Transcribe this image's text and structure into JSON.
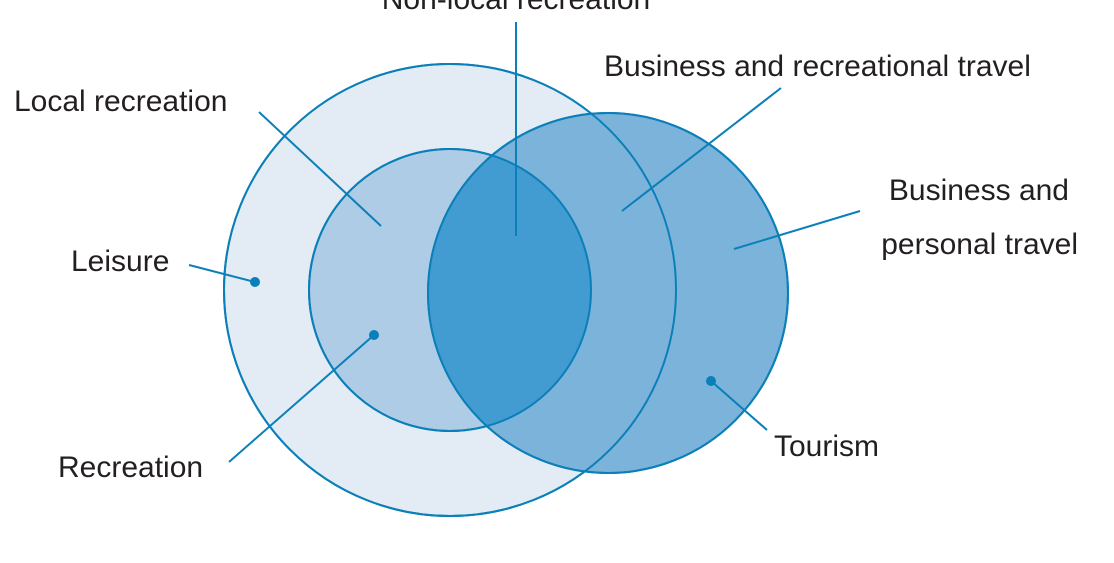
{
  "diagram": {
    "type": "venn",
    "colors": {
      "stroke": "#0a7fb8",
      "leisure_fill": "#e3ebf5",
      "recreation_fill": "#aecce6",
      "tourism_fill": "#7cb3da",
      "overlap_fill": "#429bd1",
      "text": "#231f20"
    },
    "sets": [
      "Leisure",
      "Recreation",
      "Tourism"
    ],
    "labels": {
      "non_local_recreation": "Non-local recreation",
      "local_recreation": "Local recreation",
      "business_recreational_travel": "Business and recreational travel",
      "business_personal_travel_line1": "Business and",
      "business_personal_travel_line2": "personal travel",
      "leisure": "Leisure",
      "recreation": "Recreation",
      "tourism": "Tourism"
    }
  }
}
